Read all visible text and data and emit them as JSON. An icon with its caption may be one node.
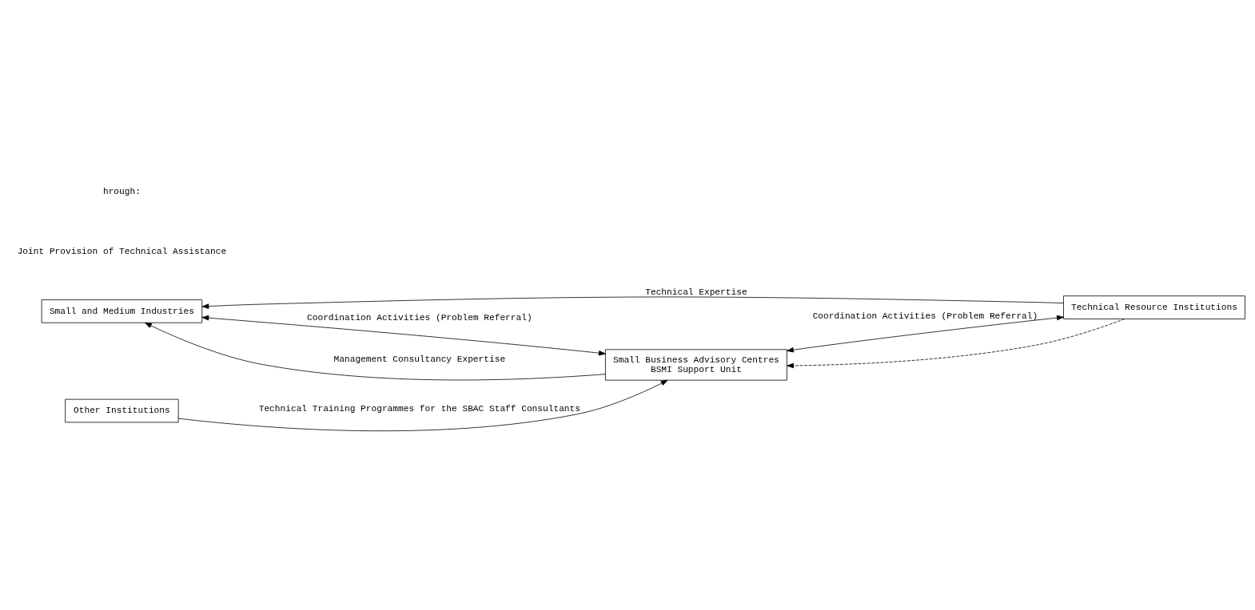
{
  "diagram": {
    "nodes": [
      {
        "text": [
          "Small and Medium Industries"
        ]
      },
      {
        "text": [
          "Small Business Advisory Centres",
          "BSMI Support Unit"
        ]
      },
      {
        "text": [
          "Technical Resource Institutions"
        ]
      },
      {
        "text": [
          "Other Institutions"
        ]
      }
    ],
    "edges": [
      {
        "from": 1,
        "to": 0,
        "arrow": "to",
        "label": "Management Consultancy Expertise"
      },
      {
        "from": 2,
        "to": 0,
        "arrow": "to",
        "label": "Technical Expertise"
      },
      {
        "from": 0,
        "to": 1,
        "arrow": "both",
        "label": "Coordination Activities (Problem Referral)"
      },
      {
        "from": 1,
        "to": 2,
        "arrow": "both",
        "label": "Coordination Activities (Problem Referral)"
      },
      {
        "from": 2,
        "to": 1,
        "arrow": "to",
        "style": "dashed"
      },
      {
        "from": 3,
        "to": 1,
        "arrow": "to",
        "label": "Technical Training Programmes for the SBAC Staff Consultants"
      }
    ],
    "labels": [
      "Joint Provision of Technical Assistance",
      "hrough:"
    ]
  }
}
